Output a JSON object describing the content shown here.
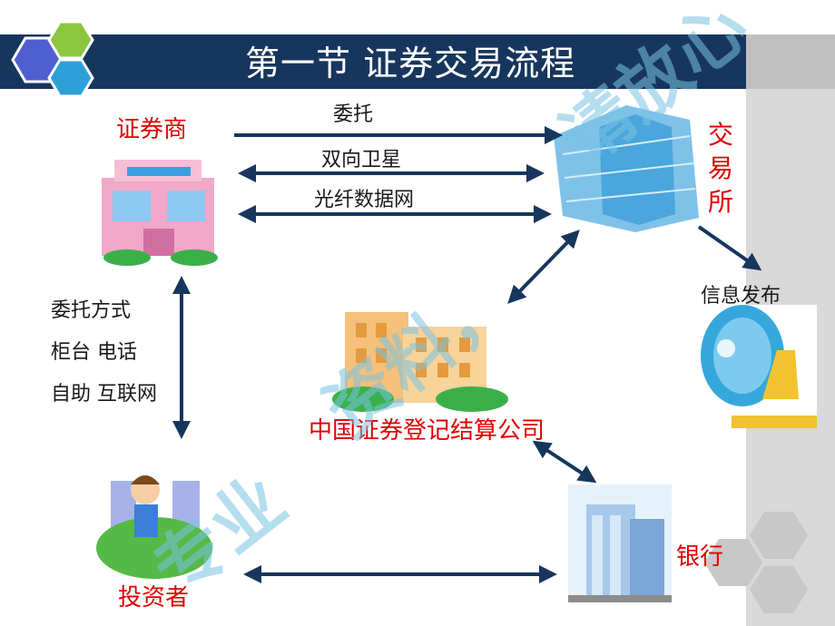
{
  "header": {
    "title": "第一节  证券交易流程"
  },
  "nodes": {
    "broker": "证券商",
    "exchange": "交易所",
    "clearing": "中国证券登记结算公司",
    "bank": "银行",
    "investor": "投资者",
    "info": "信息发布"
  },
  "links": {
    "entrust": "委托",
    "satellite": "双向卫星",
    "fiber": "光纤数据网"
  },
  "methods": {
    "heading": "委托方式",
    "line1": "柜台 电话",
    "line2": "自助 互联网"
  },
  "watermark": {
    "text1": "请放心",
    "text2": "资料，",
    "text3": "专业"
  },
  "colors": {
    "header": "#17365d",
    "arrow": "#17365d",
    "label_red": "#e00000",
    "hex_blue": "#4f5fd0",
    "hex_green": "#8cc63f",
    "hex_cyan": "#2ea0d8"
  }
}
